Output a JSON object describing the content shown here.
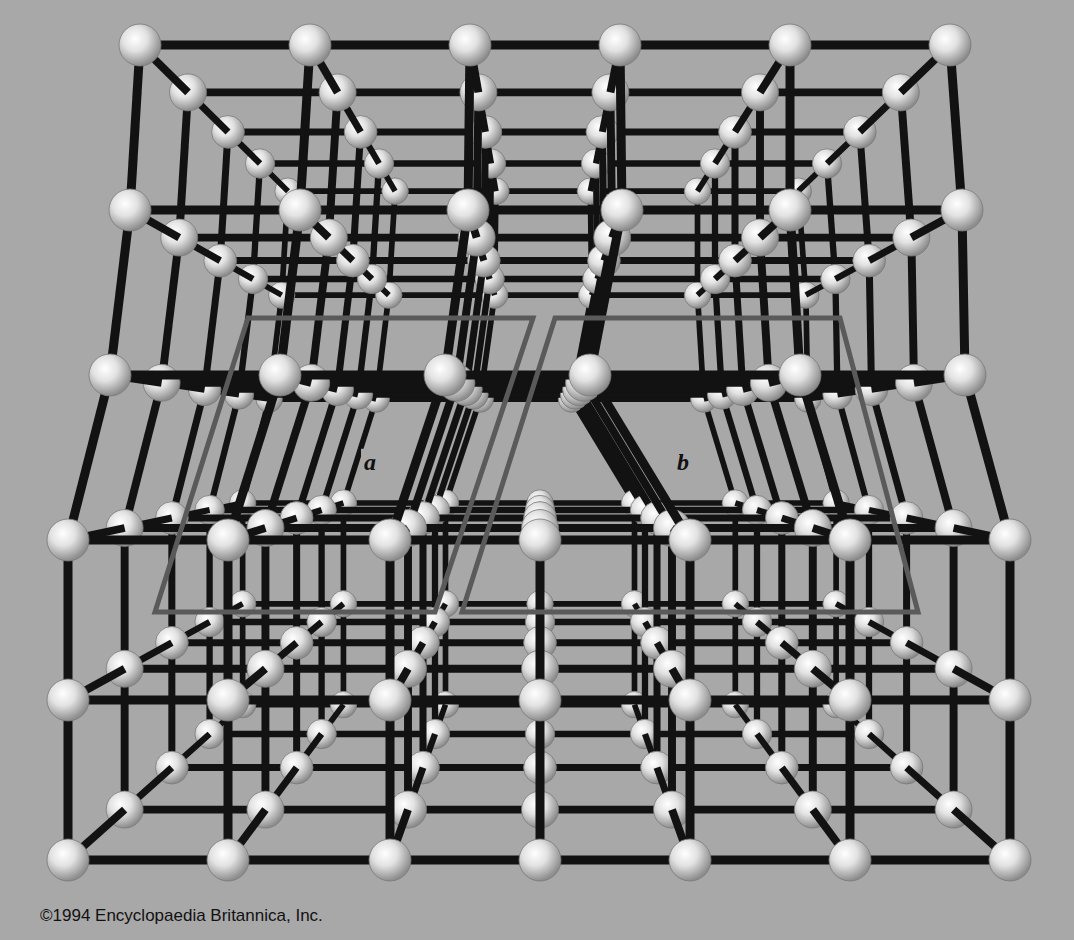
{
  "diagram": {
    "nodes": [
      {
        "text": [
          "a"
        ]
      },
      {
        "text": [
          "b"
        ]
      }
    ],
    "labels": [
      "©1994 Encyclopaedia Britannica, Inc."
    ]
  }
}
